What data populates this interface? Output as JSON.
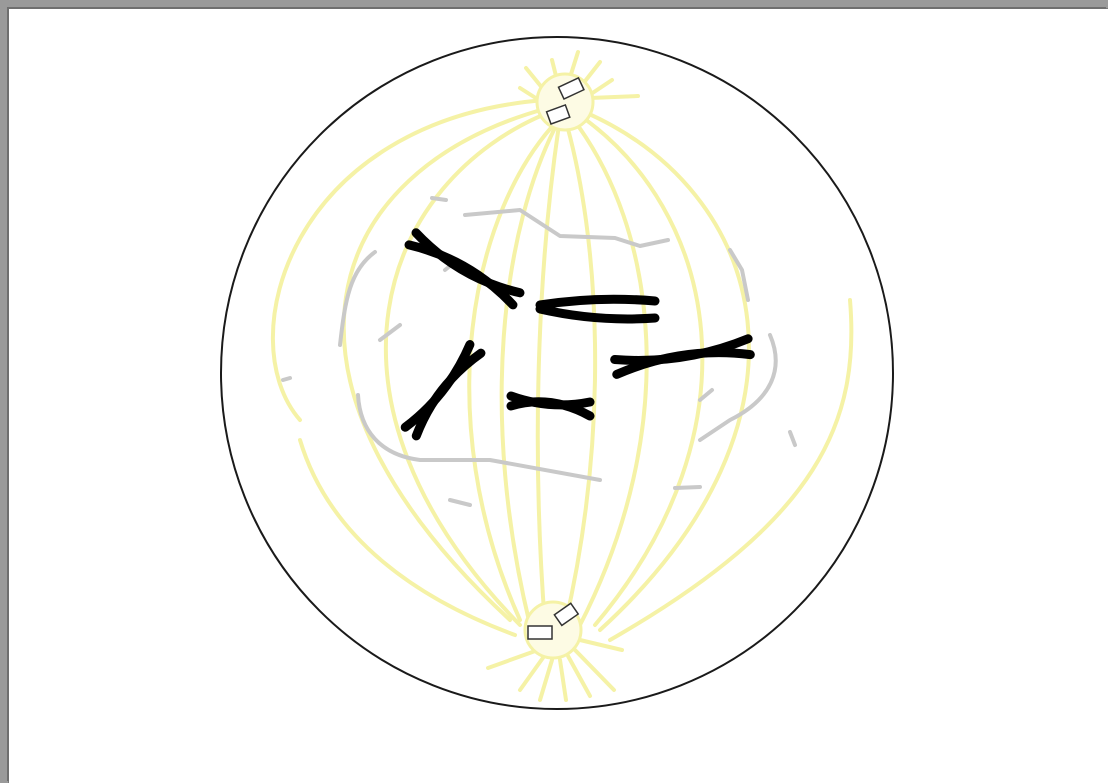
{
  "diagram": {
    "colors": {
      "cell_outline": "#1a1a1a",
      "spindle": "#f5f2a6",
      "centrosome_fill": "#fdfbe4",
      "nuclear_envelope": "#c9c9c9",
      "chromosome": "#000000",
      "centriole": "#333333",
      "page": "#ffffff",
      "viewer_bg": "#9a9a9a"
    },
    "icons": [
      "cell-membrane",
      "spindle-fibers",
      "centrosome",
      "centriole",
      "nuclear-envelope-fragment",
      "chromosome"
    ]
  }
}
